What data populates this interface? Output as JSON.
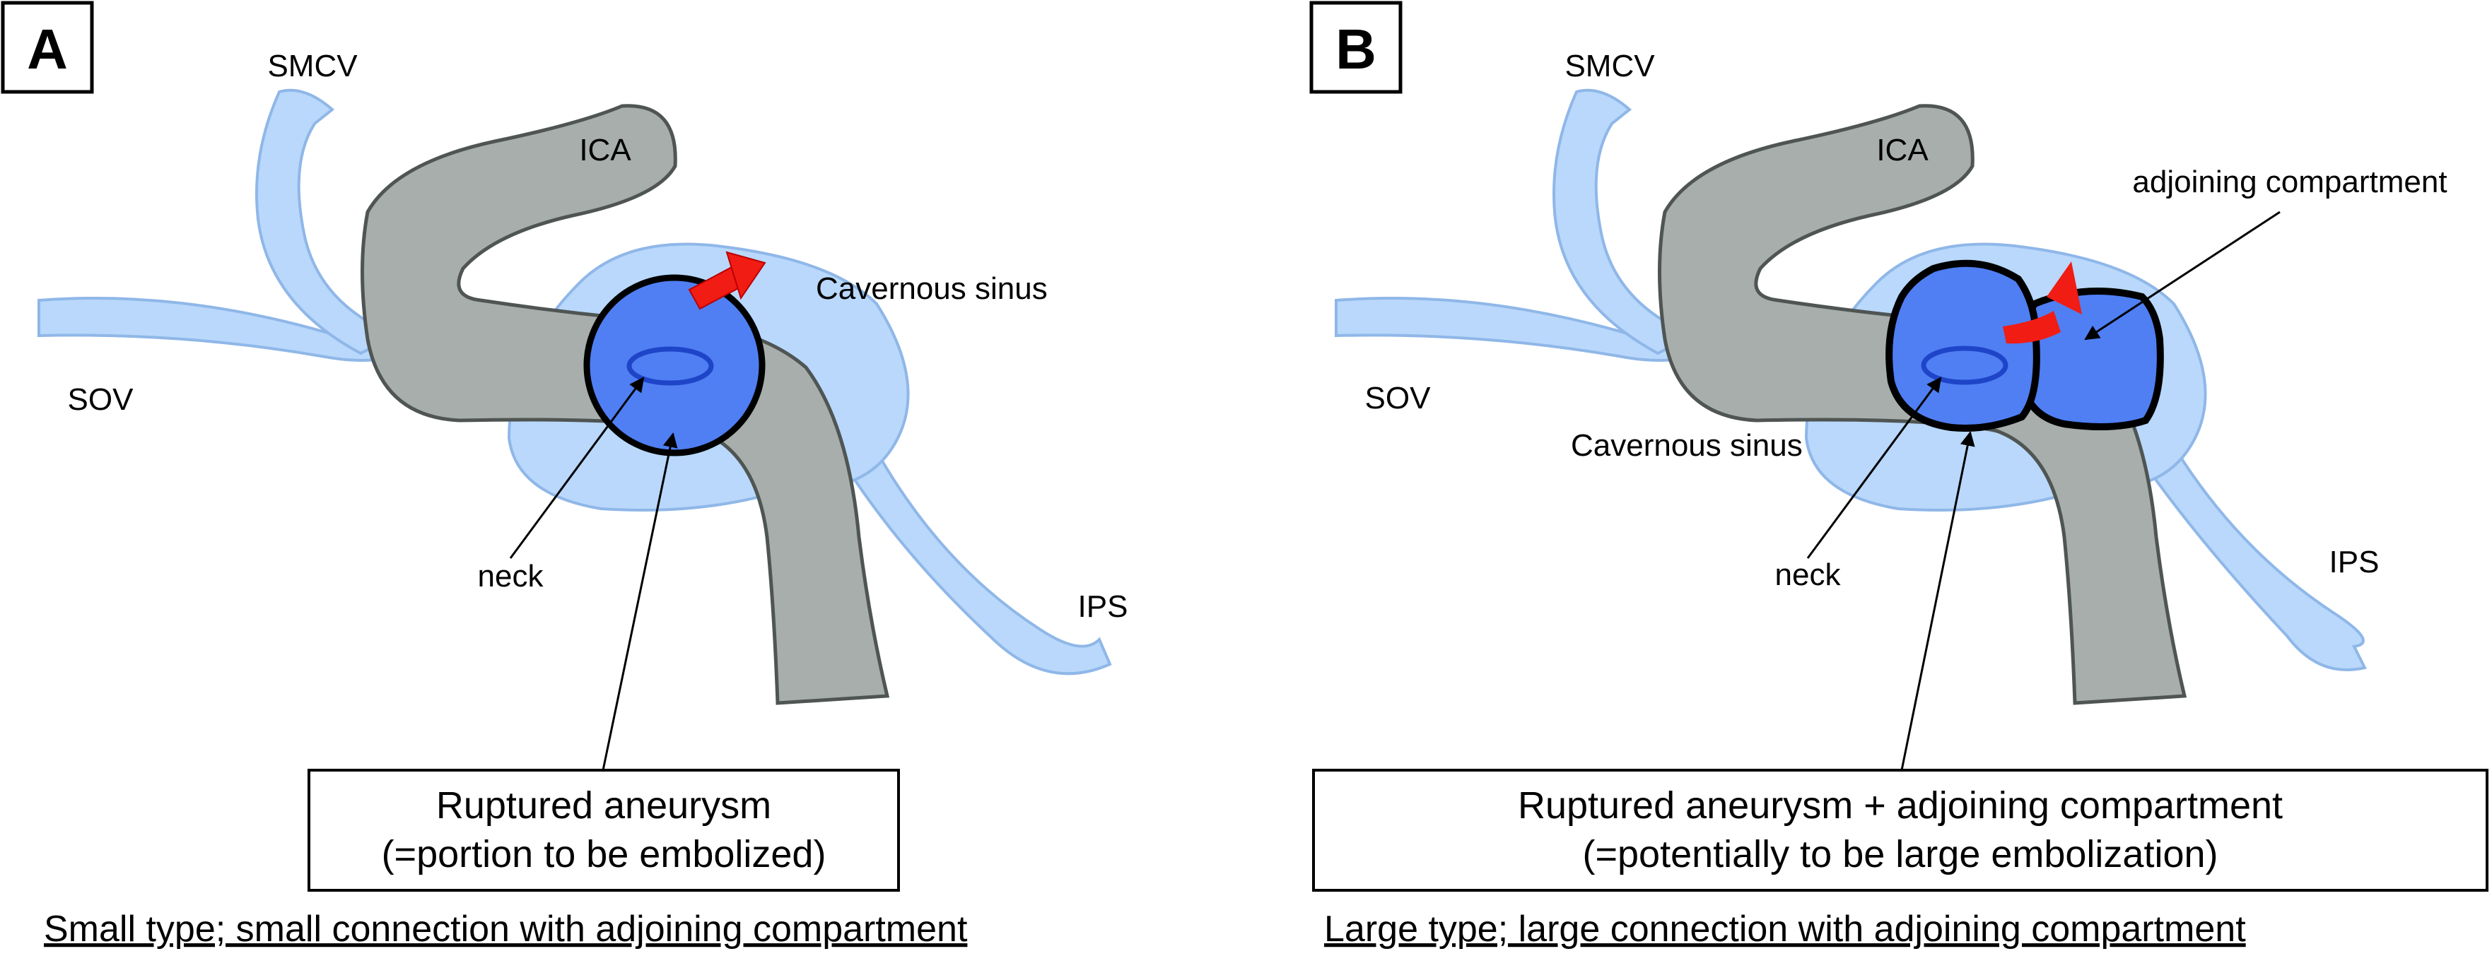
{
  "panels": [
    {
      "letter": "A",
      "labels": {
        "smcv": "SMCV",
        "ica": "ICA",
        "sov": "SOV",
        "cavernous_sinus": "Cavernous sinus",
        "neck": "neck",
        "ips": "IPS"
      },
      "box": {
        "line1": "Ruptured aneurysm",
        "line2": "(=portion to be embolized)"
      },
      "caption": "Small type; small connection with adjoining compartment"
    },
    {
      "letter": "B",
      "labels": {
        "smcv": "SMCV",
        "ica": "ICA",
        "sov": "SOV",
        "cavernous_sinus": "Cavernous sinus",
        "neck": "neck",
        "ips": "IPS",
        "adjoining": "adjoining compartment"
      },
      "box": {
        "line1": "Ruptured aneurysm + adjoining compartment",
        "line2": "(=potentially to be large embolization)"
      },
      "caption": "Large type; large connection with adjoining compartment"
    }
  ],
  "colors": {
    "vein": "#b9d8fb",
    "vein_edge": "#8fb7e8",
    "artery": "#a7aeab",
    "artery_edge": "#4f5553",
    "aneurysm": "#4f7ff3",
    "neck_ring": "#1e45c8",
    "arrow": "#f11c14"
  }
}
